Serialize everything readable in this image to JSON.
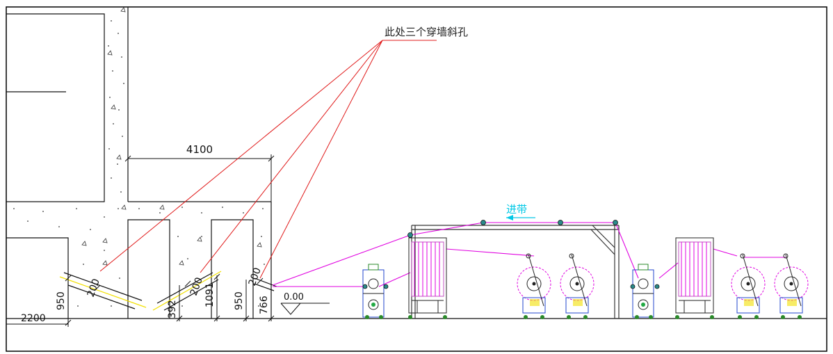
{
  "annotation": {
    "text": "此处三个穿墙斜孔",
    "color": "#e01818"
  },
  "dimensions": {
    "d4100": "4100",
    "d200a": "200",
    "d200b": "200",
    "d200c": "200",
    "d950a": "950",
    "d950b": "950",
    "d2200": "2200",
    "d392": "392",
    "d1091": "1091",
    "d766": "766"
  },
  "elevation": {
    "label": "0.00"
  },
  "feed": {
    "label": "进带",
    "color": "#00c8e6"
  },
  "colors": {
    "web": "#e000e0",
    "machine": "#1a1a1a",
    "frame_blue": "#2244cc",
    "accent_yellow": "#f2e000",
    "wall_hatch": "#333333"
  }
}
